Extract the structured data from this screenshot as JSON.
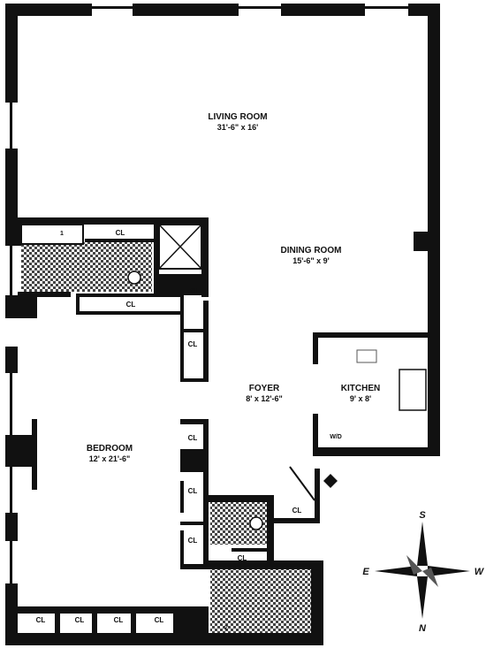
{
  "rooms": {
    "living": {
      "name": "LIVING ROOM",
      "dims": "31'-6\" x 16'"
    },
    "dining": {
      "name": "DINING ROOM",
      "dims": "15'-6\" x 9'"
    },
    "foyer": {
      "name": "FOYER",
      "dims": "8' x 12'-6\""
    },
    "kitchen": {
      "name": "KITCHEN",
      "dims": "9' x 8'"
    },
    "bedroom": {
      "name": "BEDROOM",
      "dims": "12' x 21'-6\""
    }
  },
  "closet_label": "CL",
  "washer_dryer_label": "W/D",
  "bath_numbers": {
    "bath1": "1",
    "bath2": "2"
  },
  "compass": {
    "north": "N",
    "south": "S",
    "east": "E",
    "west": "W"
  },
  "colors": {
    "wall": "#111111",
    "background": "#ffffff"
  }
}
